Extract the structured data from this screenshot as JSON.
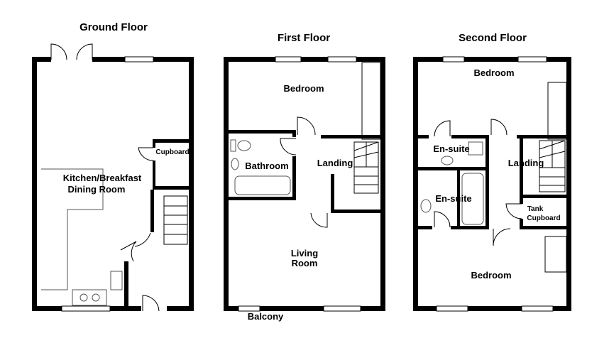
{
  "floors": {
    "ground": {
      "title": "Ground Floor",
      "rooms": {
        "cupboard": "Cupboard",
        "kitchen_line1": "Kitchen/Breakfast",
        "kitchen_line2": "Dining Room"
      }
    },
    "first": {
      "title": "First Floor",
      "rooms": {
        "bedroom": "Bedroom",
        "bathroom": "Bathroom",
        "landing": "Landing",
        "living_line1": "Living",
        "living_line2": "Room",
        "balcony": "Balcony"
      }
    },
    "second": {
      "title": "Second Floor",
      "rooms": {
        "bedroom_top": "Bedroom",
        "ensuite_1": "En-suite",
        "ensuite_2": "En-suite",
        "landing": "Landing",
        "tank_line1": "Tank",
        "tank_line2": "Cupboard",
        "bedroom_bottom": "Bedroom"
      }
    }
  }
}
